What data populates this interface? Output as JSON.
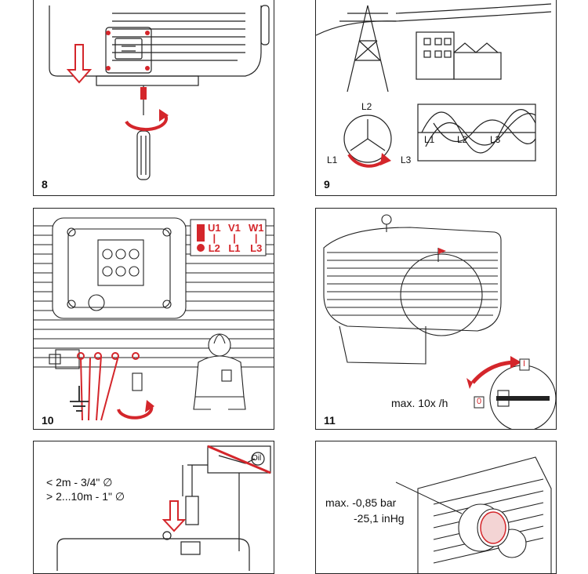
{
  "panels": {
    "p8": {
      "number": "8"
    },
    "p9": {
      "number": "9",
      "phase_l1": "L1",
      "phase_l2": "L2",
      "phase_l3": "L3",
      "wave_l1": "L1",
      "wave_l2": "L2",
      "wave_l3": "L3"
    },
    "p10": {
      "number": "10",
      "u1": "U1",
      "v1": "V1",
      "w1": "W1",
      "l2": "L2",
      "l1": "L1",
      "l3": "L3",
      "sep": "|"
    },
    "p11": {
      "number": "11",
      "max_starts": "max. 10x /h",
      "switch_on": "I",
      "switch_off": "0"
    },
    "p12": {
      "line1": "< 2m   -   3/4\" ∅",
      "line2": "> 2...10m  -  1\" ∅",
      "no_oil_label": "Oil"
    },
    "p13": {
      "pressure1": "max. -0,85 bar",
      "pressure2": "-25,1 inHg"
    }
  },
  "colors": {
    "accent": "#d4262b",
    "line": "#222222"
  }
}
